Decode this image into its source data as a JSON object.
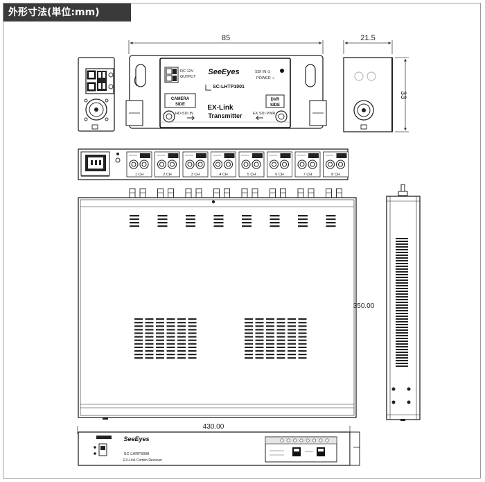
{
  "title": "外形寸法(単位:mm)",
  "dimensions": {
    "tx_width": "85",
    "tx_depth": "21.5",
    "tx_height": "33",
    "rack_depth": "350.00",
    "rack_width": "430.00"
  },
  "transmitter": {
    "brand": "SeeEyes",
    "model": "SC-LHTP1001",
    "name_line1": "EX-Link",
    "name_line2": "Transmitter",
    "dc_label": "DC 12V",
    "output_label": "OUTPUT",
    "sdi_label": "SDI IN ⊙",
    "power_label": "POWER ☼",
    "camera_side": "CAMERA SIDE",
    "dvr_side_line1": "DVR",
    "dvr_side_line2": "SIDE",
    "hd_sdi_in": "HD-SDI IN",
    "ex_sdi_pwr": "EX SDI PWR"
  },
  "rack_front": {
    "brand": "SeeEyes",
    "model": "SC-LHRP3008",
    "subtitle": "EX-Link Combo Receiver"
  },
  "channels": [
    "1 CH",
    "2 CH",
    "3 CH",
    "4 CH",
    "5 CH",
    "6 CH",
    "7 CH",
    "8 CH"
  ]
}
